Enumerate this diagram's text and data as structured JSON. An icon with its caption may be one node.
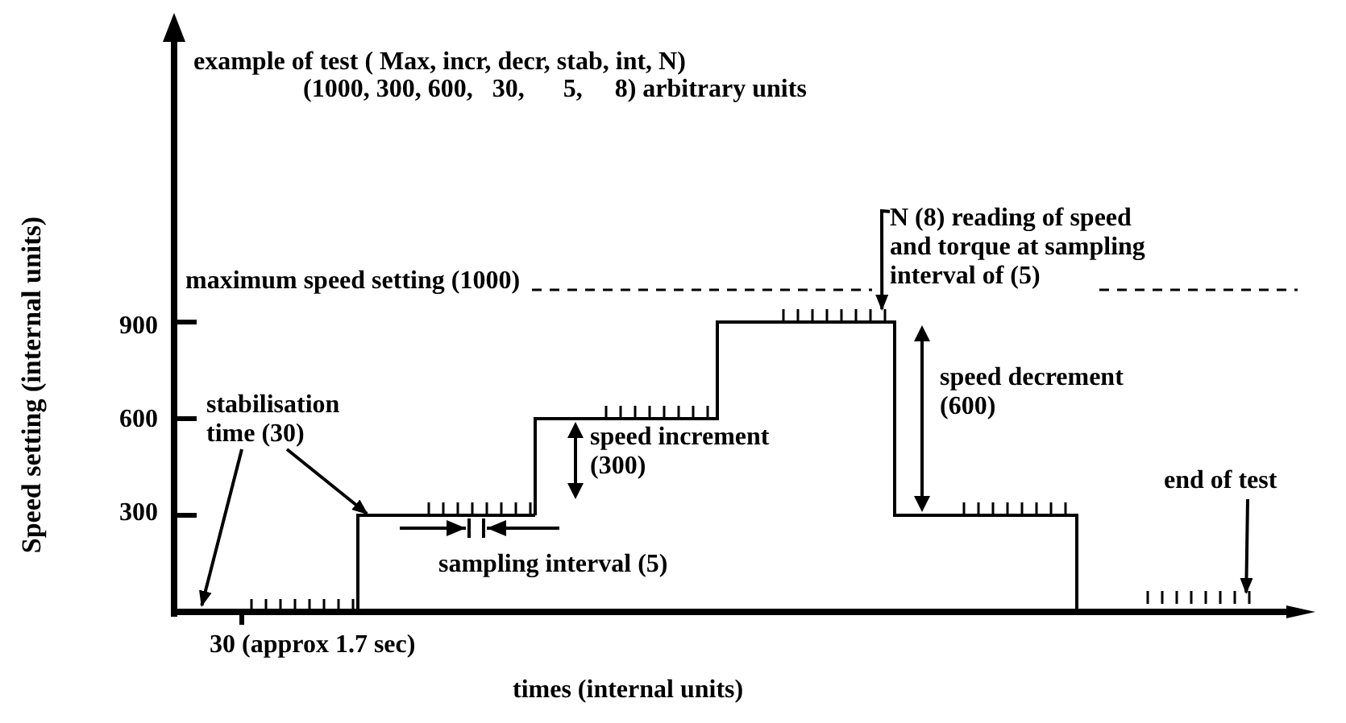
{
  "diagram": {
    "nodes": [
      {
        "text": [
          "stabilisation time (30)"
        ]
      },
      {
        "text": [
          "N (8) reading of speed and torque at sampling interval of (5)"
        ]
      },
      {
        "text": [
          "end of test"
        ]
      },
      {
        "text": [],
        "shape": "line"
      },
      {
        "text": [],
        "shape": "line"
      },
      {
        "text": [],
        "shape": "ticks"
      },
      {
        "text": [],
        "shape": "ticks"
      }
    ],
    "edges": [
      {
        "from": 0,
        "to": 3,
        "arrow": "to"
      },
      {
        "from": 0,
        "to": 4,
        "arrow": "to"
      },
      {
        "from": 1,
        "to": 5,
        "arrow": "to"
      },
      {
        "from": 2,
        "to": 6,
        "arrow": "to"
      }
    ],
    "labels": [
      "example of test ( Max, incr, decr, stab, int, N)",
      "(1000, 300, 600,   30,      5,     8) arbitrary units",
      "maximum speed setting (1000)",
      "900",
      "600",
      "300",
      "speed increment (300)",
      "speed decrement (600)",
      "sampling interval (5)",
      "30 (approx 1.7 sec)",
      "Speed setting (internal units)",
      "times (internal units)"
    ]
  }
}
